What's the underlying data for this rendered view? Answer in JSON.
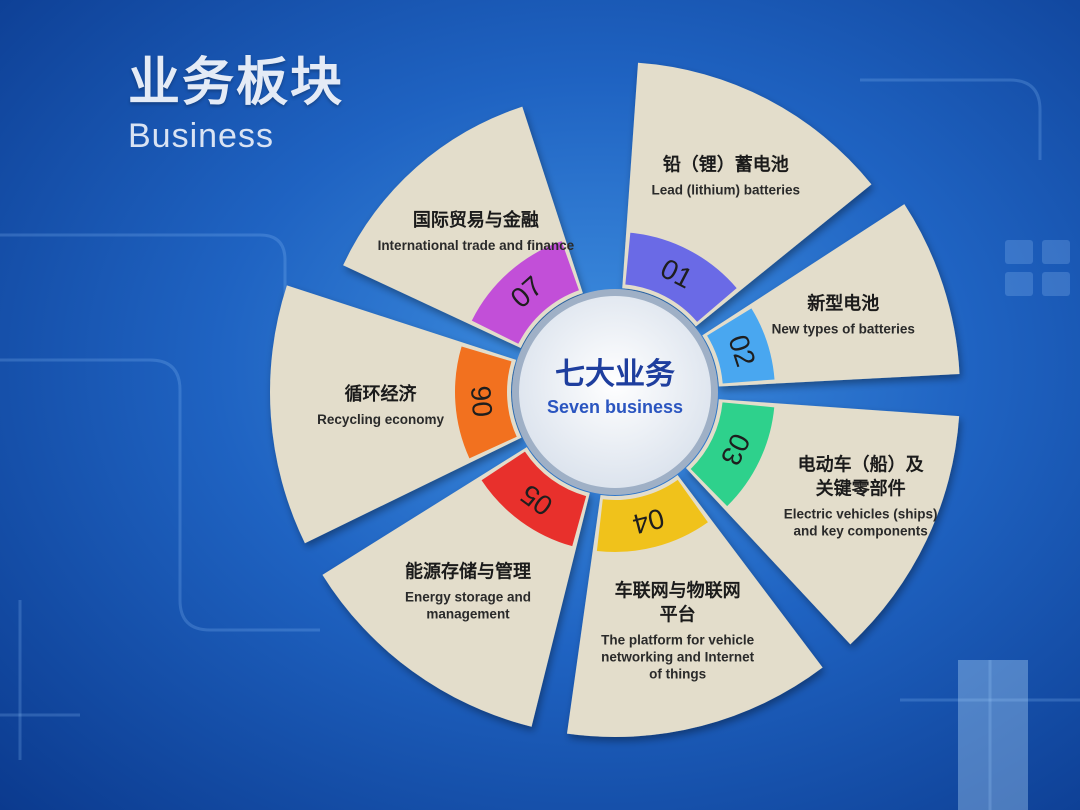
{
  "heading": {
    "zh": "业务板块",
    "en": "Business"
  },
  "hub": {
    "zh": "七大业务",
    "en": "Seven business"
  },
  "segments": [
    {
      "num": "01",
      "title": "铅（锂）蓄电池",
      "subtitle": [
        "Lead (lithium) batteries"
      ],
      "color": "#6a6ae6"
    },
    {
      "num": "02",
      "title": "新型电池",
      "subtitle": [
        "New types of batteries"
      ],
      "color": "#49a7f0"
    },
    {
      "num": "03",
      "title": [
        "电动车（船）及",
        "关键零部件"
      ],
      "subtitle": [
        "Electric vehicles (ships)",
        "and key components"
      ],
      "color": "#2ed18c"
    },
    {
      "num": "04",
      "title": [
        "车联网与物联网",
        "平台"
      ],
      "subtitle": [
        "The platform for vehicle",
        "networking and  Internet",
        "of things"
      ],
      "color": "#f0c21b"
    },
    {
      "num": "05",
      "title": "能源存储与管理",
      "subtitle": [
        "Energy storage and",
        "management"
      ],
      "color": "#e8302c"
    },
    {
      "num": "06",
      "title": "循环经济",
      "subtitle": [
        "Recycling economy"
      ],
      "color": "#f2711f"
    },
    {
      "num": "07",
      "title": "国际贸易与金融",
      "subtitle": [
        "International trade and finance"
      ],
      "color": "#c24fd8"
    }
  ],
  "colors": {
    "panel": "#e3ddcb",
    "hub": "#eef2f7"
  },
  "icons": {
    "decor": "circuit-lines"
  }
}
